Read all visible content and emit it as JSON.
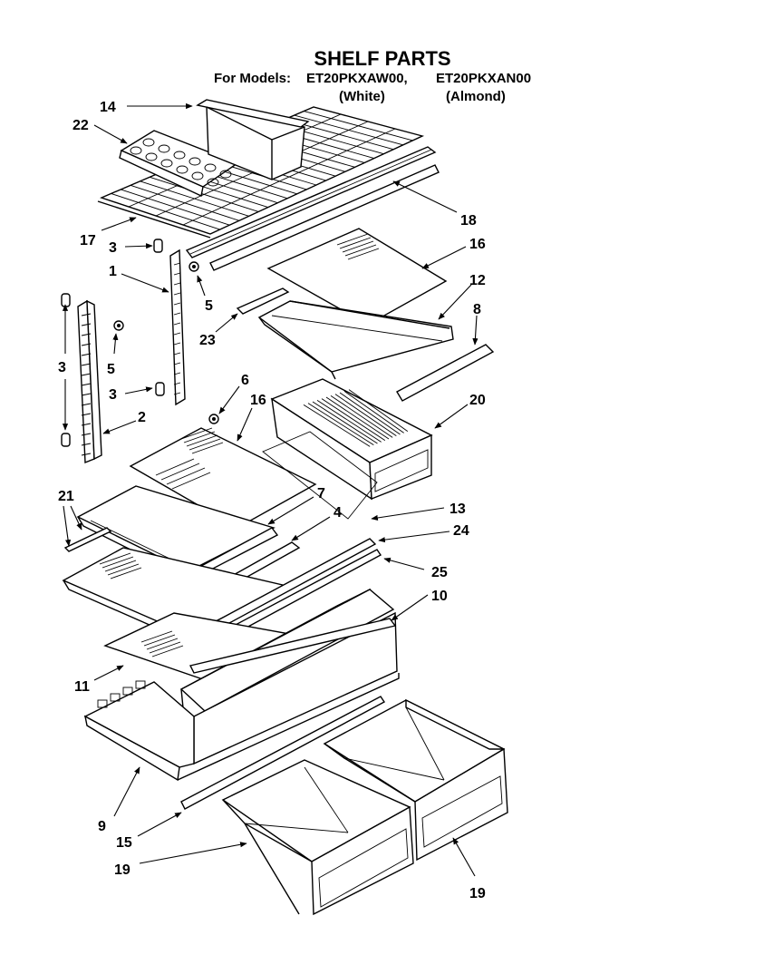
{
  "header": {
    "title": "SHELF PARTS",
    "for_models": "For Models:",
    "model_white": "ET20PKXAW00,",
    "model_almond": "ET20PKXAN00",
    "color_white": "(White)",
    "color_almond": "(Almond)"
  },
  "callouts": {
    "c14": "14",
    "c22": "22",
    "c18": "18",
    "c17": "17",
    "c16a": "16",
    "c3a": "3",
    "c1": "1",
    "c5a": "5",
    "c12": "12",
    "c8": "8",
    "c23": "23",
    "c3b": "3",
    "c5b": "5",
    "c3c": "3",
    "c6": "6",
    "c16b": "16",
    "c20": "20",
    "c2": "2",
    "c21": "21",
    "c7": "7",
    "c4": "4",
    "c13": "13",
    "c24": "24",
    "c25": "25",
    "c10": "10",
    "c11": "11",
    "c9": "9",
    "c15": "15",
    "c19a": "19",
    "c19b": "19"
  }
}
